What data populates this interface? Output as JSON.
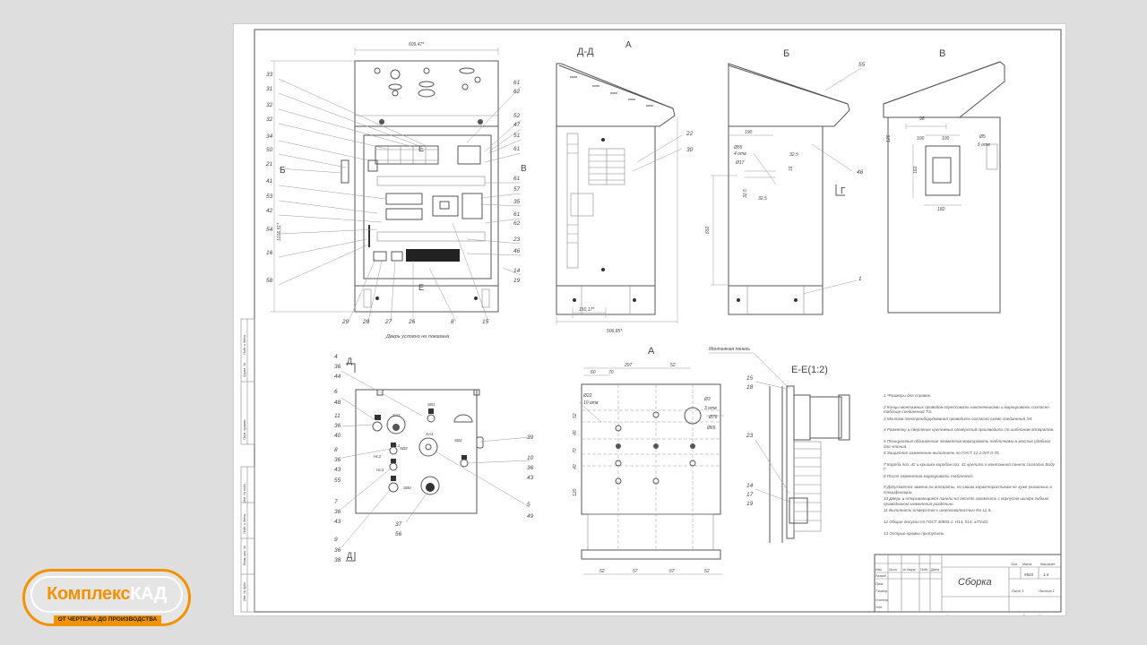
{
  "drawing": {
    "title": "Сборка",
    "mass": "9503",
    "scale": "1:4",
    "sheet_label": "Лист 1",
    "sheets": "Листов 1",
    "copied": "Копировал",
    "format": "Формат А1",
    "views": {
      "section_d": "Д-Д",
      "view_a_arrow": "А",
      "view_b": "Б",
      "view_v": "В",
      "view_a": "А",
      "section_e": "Е-Е(1:2)",
      "mark_b": "Б",
      "mark_v": "В",
      "mark_g": "Г",
      "mark_d_top": "Д",
      "mark_d_bottom": "Д",
      "mark_e_top": "Е",
      "mark_e_bottom": "Е"
    },
    "door_note": "Дверь условно не показана",
    "mounting_panel": "Монтажная панель",
    "dimensions": {
      "front_width": "609,47*",
      "front_height": "1016,51*",
      "side_depth": "506,85*",
      "side_base": "150,17*",
      "b_190": "190",
      "b_d55": "Ø55",
      "b_4holes": "4 отв",
      "b_d17": "Ø17",
      "b_325a": "32,5",
      "b_325b": "32,5",
      "b_325c": "32,5",
      "b_16": "16",
      "b_650": "650",
      "v_98": "98",
      "v_100a": "100",
      "v_100b": "100",
      "v_6holes": "6 отв",
      "v_d5": "Ø5",
      "v_162": "162",
      "v_182": "182",
      "v_126": "126",
      "a_297": "297",
      "a_52": "52",
      "a_60": "60",
      "a_70": "70",
      "a_d22": "Ø22",
      "a_10holes": "10 отв",
      "a_d3": "Ø3",
      "a_3holes": "3 отв",
      "a_d76": "Ø76",
      "a_d65": "Ø65",
      "a_bottom": [
        "52",
        "57",
        "57",
        "52"
      ],
      "a_left": [
        "52",
        "40",
        "70",
        "40",
        "120"
      ]
    },
    "front_callouts_left": [
      "33",
      "31",
      "32",
      "32",
      "34",
      "50",
      "21",
      "41",
      "53",
      "42",
      "54",
      "16",
      "58"
    ],
    "front_callouts_right": [
      "61",
      "62",
      "52",
      "47",
      "51",
      "61",
      "61",
      "57",
      "35",
      "61",
      "62",
      "23",
      "46",
      "14",
      "19"
    ],
    "front_callouts_bottom": [
      "29",
      "28",
      "27",
      "26",
      "8",
      "15"
    ],
    "side_callouts": [
      "22",
      "30"
    ],
    "b_callouts": [
      "55",
      "46",
      "1"
    ],
    "panel_callouts_left": [
      [
        "4",
        "36",
        "44"
      ],
      [
        "6",
        "48"
      ],
      [
        "11",
        "36",
        "40"
      ],
      [
        "8",
        "36",
        "43",
        "55"
      ],
      [
        "7",
        "36",
        "43"
      ],
      [
        "9",
        "36",
        "38"
      ]
    ],
    "panel_callouts_right": [
      [
        "39"
      ],
      [
        "10",
        "36",
        "43"
      ],
      [
        "5",
        "49"
      ]
    ],
    "panel_callouts_bottom": [
      "37",
      "56"
    ],
    "panel_devices": [
      "SB1",
      "SB2",
      "SA1",
      "SA2",
      "HL1",
      "HL2",
      "HL3",
      "SB3",
      "SB0"
    ],
    "section_callouts": [
      [
        "15",
        "18"
      ],
      [
        "23"
      ],
      [
        "14",
        "17",
        "19"
      ]
    ],
    "notes": [
      "1 *Размеры для справок.",
      "2 Концы монтажных проводов опрессовать наконечниками и маркировать согласно таблице соединений ТЭ.",
      "3 Монтаж электрооборудования проводить согласно схеме соединений Э4.",
      "4 Разметку и сверление крепежных отверстий производить по шаблонам аппаратов.",
      "5 Позиционные обозначения элементов маркировать табличками в местах удобных для чтения.",
      "6 Защитное заземление выполнить по ГОСТ 12.2.007.0-75.",
      "7 Короба поз. 42 и крышки коробов поз. 41 крепить к монтажной панели согласно Виду Г.",
      "8 После заземления маркировать табличкой.",
      "9 Допускается замена на аппараты, по своим характеристикам не хуже указанных в спецификации.",
      "10 Дверь и открывающиеся панели на петлях заземлить с корпусом шкафа гибким проводником заземления раздельно.",
      "11 Выполнить отверстия с шероховатостью Ra 12,5.",
      "12 Общие допуски по ГОСТ 30893.1: H14, h14, ±IT14/2.",
      "13 Острые кромки притупить."
    ],
    "stamp_headers": [
      "Изм.",
      "Лист",
      "№ докум.",
      "Подп.",
      "Дата",
      "Разраб.",
      "Пров.",
      "Т.контр.",
      "Н.контр.",
      "Утв.",
      "Лит.",
      "Масса",
      "Масштаб"
    ],
    "side_frame_labels": [
      "Перв. примен.",
      "Справ. №",
      "Подп. и дата",
      "Инв. № дубл.",
      "Взам. инв. №",
      "Подп. и дата",
      "Инв. № подл."
    ]
  },
  "logo": {
    "name_part1": "Комплекс",
    "name_part2": "КАД",
    "tagline": "ОТ ЧЕРТЕЖА ДО ПРОИЗВОДСТВА",
    "accent_color": "#f39200"
  }
}
